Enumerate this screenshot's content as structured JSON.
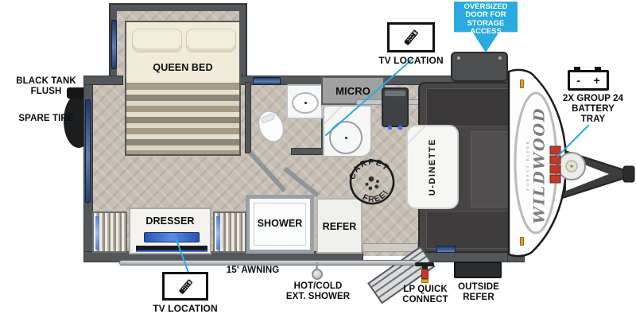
{
  "floorplan": {
    "brand": {
      "name": "WILDWOOD",
      "sub": "FOREST RIVER"
    },
    "exterior_labels": {
      "black_tank_flush": [
        "BLACK TANK",
        "FLUSH"
      ],
      "spare_tire": "SPARE TIRE",
      "tv_location_top": "TV LOCATION",
      "tv_location_bottom": "TV LOCATION",
      "storage_access": [
        "OVERSIZED",
        "DOOR FOR",
        "STORAGE",
        "ACCESS"
      ],
      "battery_tray": [
        "2X GROUP 24",
        "BATTERY",
        "TRAY"
      ],
      "battery_minus": "-",
      "battery_plus": "+",
      "awning": "15' AWNING",
      "ext_shower": [
        "HOT/COLD",
        "EXT. SHOWER"
      ],
      "lp_quick_connect": [
        "LP QUICK",
        "CONNECT"
      ],
      "outside_refer": [
        "OUTSIDE",
        "REFER"
      ]
    },
    "interior_labels": {
      "queen_bed": "QUEEN BED",
      "micro": "MICRO",
      "u_dinette": "U-DINETTE",
      "shower": "SHOWER",
      "refer": "REFER",
      "dresser": "DRESSER"
    },
    "stamp": {
      "top": "CARPET",
      "bottom": "FREE!"
    },
    "colors": {
      "accent_blue": "#29abe2",
      "wall_gray": "#53575a",
      "dinette_gray": "#474445",
      "drawer_blue": "#3f74d8",
      "battery_red": "#bf3a2b",
      "window_navy": "#2c4a7e"
    }
  }
}
